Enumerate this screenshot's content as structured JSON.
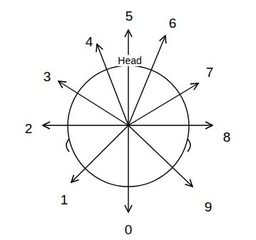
{
  "diagram": {
    "nodes": [
      {
        "text": [
          "Head"
        ]
      }
    ],
    "labels": [
      "5",
      "4",
      "6",
      "3",
      "7",
      "2",
      "8",
      "1",
      "9",
      "0"
    ]
  }
}
